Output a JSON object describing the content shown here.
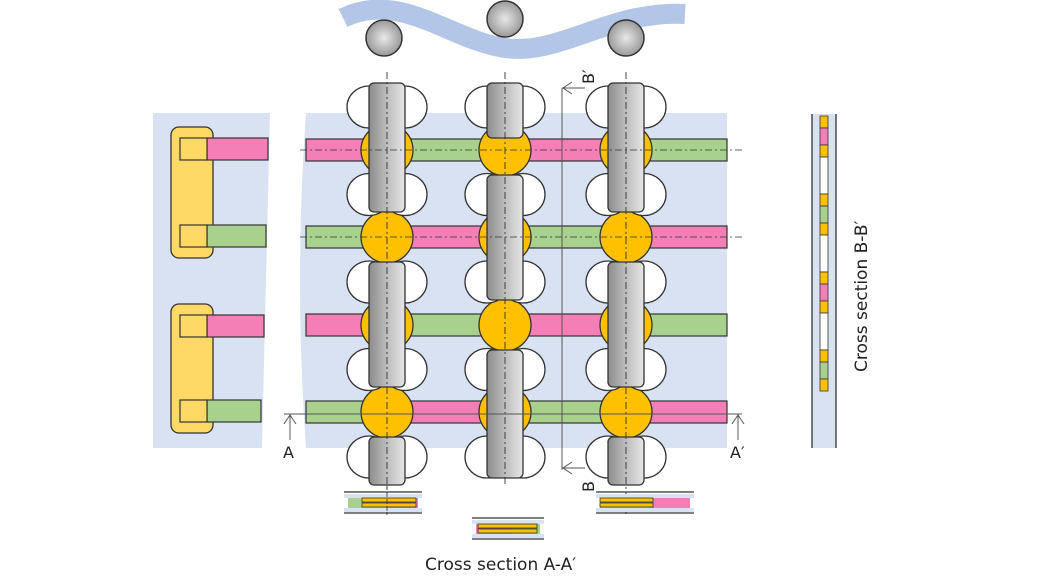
{
  "diagram": {
    "labels": {
      "a": "A",
      "a_prime": "A′",
      "b": "B",
      "b_prime": "B′",
      "cross_section_aa": "Cross section A-A′",
      "cross_section_bb": "Cross section B-B′"
    },
    "colors": {
      "panel": "#d9e2f3",
      "wave": "#b4c6e7",
      "pink": "#f47fb6",
      "green": "#a9d18e",
      "yellow": "#ffc000",
      "pad_yellow": "#ffd966",
      "outline": "#333333",
      "gray_light": "#e0e0e0",
      "gray_dark": "#8c8c8c"
    },
    "strip_rows": [
      {
        "row": 1,
        "segments": [
          "pink",
          "green",
          "pink",
          "green"
        ]
      },
      {
        "row": 2,
        "segments": [
          "green",
          "pink",
          "green",
          "pink"
        ]
      },
      {
        "row": 3,
        "segments": [
          "pink",
          "green",
          "pink",
          "green"
        ]
      },
      {
        "row": 4,
        "segments": [
          "green",
          "pink",
          "green",
          "pink"
        ]
      }
    ],
    "pads": [
      {
        "group": 1,
        "rows": [
          "pink",
          "green"
        ]
      },
      {
        "group": 2,
        "rows": [
          "pink",
          "green"
        ]
      }
    ],
    "bb_stack": [
      "yellow",
      "pink",
      "yellow",
      "white",
      "yellow",
      "green",
      "yellow",
      "white",
      "yellow",
      "pink",
      "yellow",
      "white",
      "yellow",
      "green",
      "yellow"
    ]
  }
}
